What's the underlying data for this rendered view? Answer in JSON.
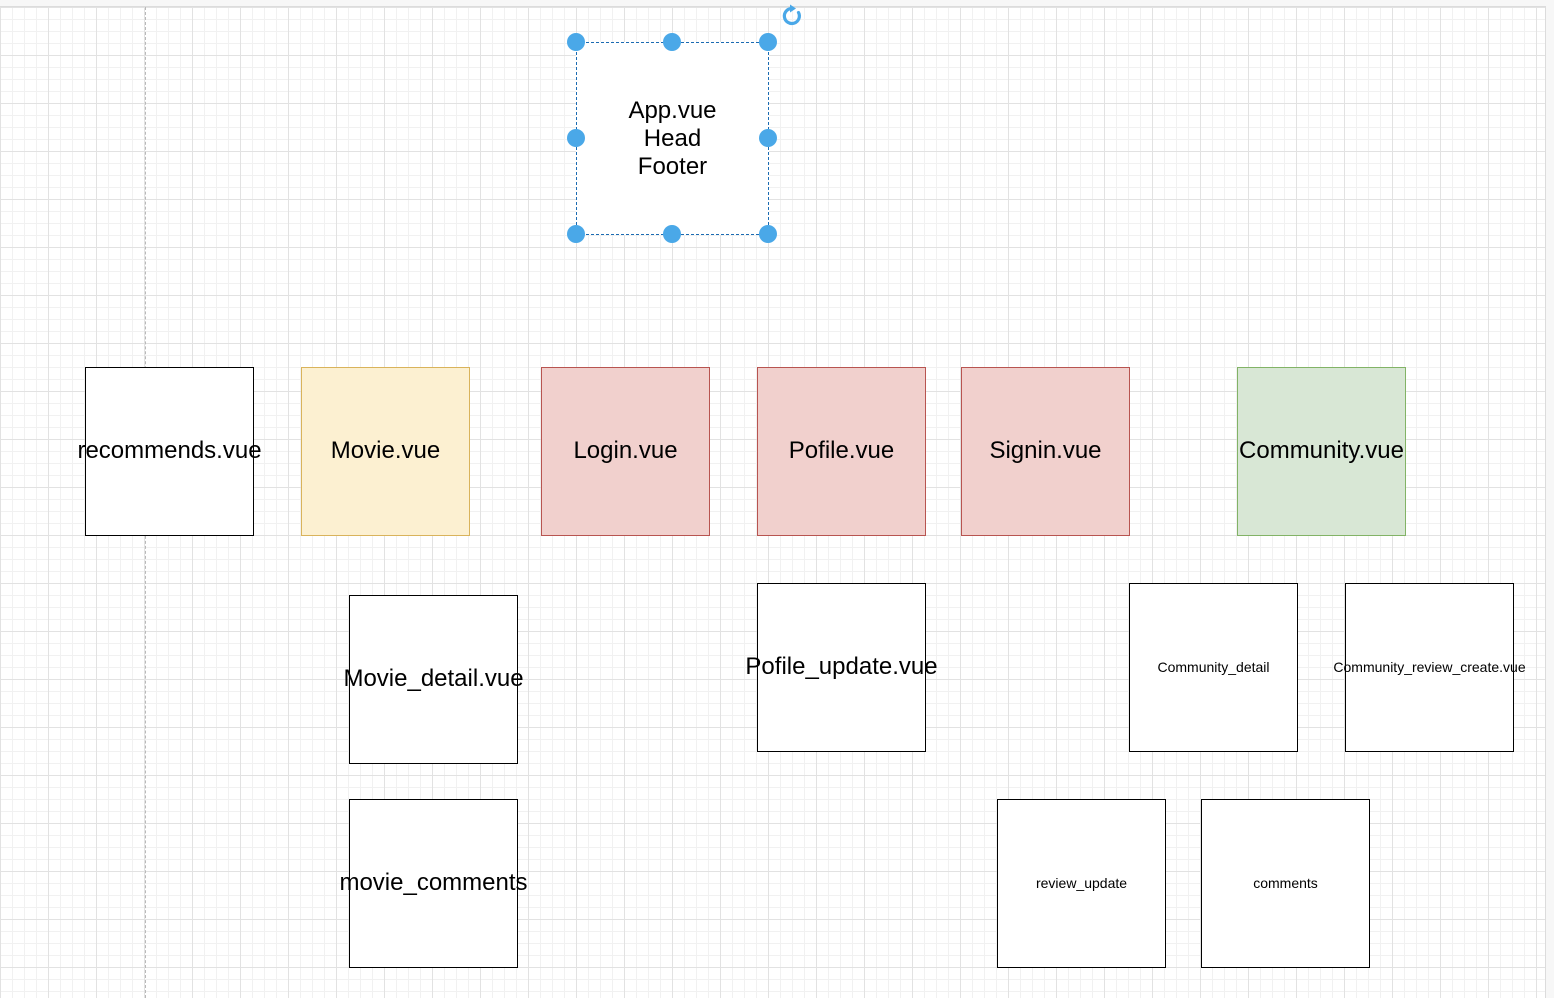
{
  "diagram": {
    "app": {
      "lines": [
        "App.vue",
        "Head",
        "Footer"
      ]
    },
    "nodes": {
      "recommends": "recommends.vue",
      "movie": "Movie.vue",
      "login": "Login.vue",
      "profile": "Pofile.vue",
      "signin": "Signin.vue",
      "community": "Community.vue",
      "movie_detail": "Movie_detail.vue",
      "movie_comments": "movie_comments",
      "profile_update": "Pofile_update.vue",
      "community_detail": "Community_detail",
      "community_review_create": "Community_review_create.vue",
      "review_update": "review_update",
      "comments": "comments"
    },
    "colors": {
      "movie_fill": "#fcf0d1",
      "movie_stroke": "#d9b35b",
      "auth_fill": "#f1d0cd",
      "auth_stroke": "#b85450",
      "community_fill": "#d8e7d5",
      "community_stroke": "#82b366",
      "selection": "#4aa8e8"
    },
    "selection_icons": {
      "rotate": "rotate-icon",
      "resize": "resize-handle"
    }
  }
}
